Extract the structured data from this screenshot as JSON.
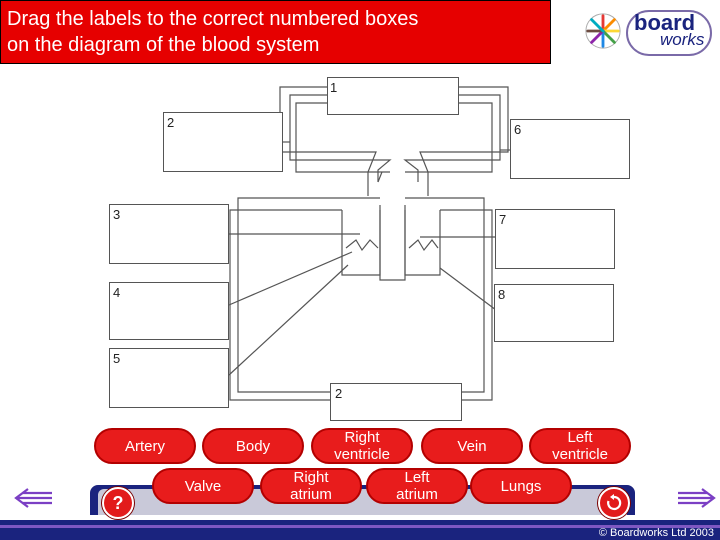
{
  "title": "Drag the labels to the correct numbered boxes\non the diagram of the blood system",
  "logo": {
    "word1": "board",
    "word2": "works",
    "icon": "boardworks-wheel-icon"
  },
  "boxes": {
    "b1": "1",
    "b2_top": "2",
    "b2_bottom": "2",
    "b3": "3",
    "b4": "4",
    "b5": "5",
    "b6": "6",
    "b7": "7",
    "b8": "8"
  },
  "labels": {
    "artery": "Artery",
    "body": "Body",
    "right_ventricle": "Right\nventricle",
    "vein": "Vein",
    "left_ventricle": "Left\nventricle",
    "valve": "Valve",
    "right_atrium": "Right\natrium",
    "left_atrium": "Left\natrium",
    "lungs": "Lungs"
  },
  "controls": {
    "help": "?",
    "back_icon": "arrow-left-icon",
    "next_icon": "arrow-right-icon",
    "reset_icon": "reset-icon"
  },
  "footer": {
    "copyright": "© Boardworks Ltd 2003"
  },
  "colors": {
    "title_bg": "#e60000",
    "label_bg": "#e81c1c",
    "bar": "#1a237e",
    "arrow": "#7b3fc4"
  }
}
